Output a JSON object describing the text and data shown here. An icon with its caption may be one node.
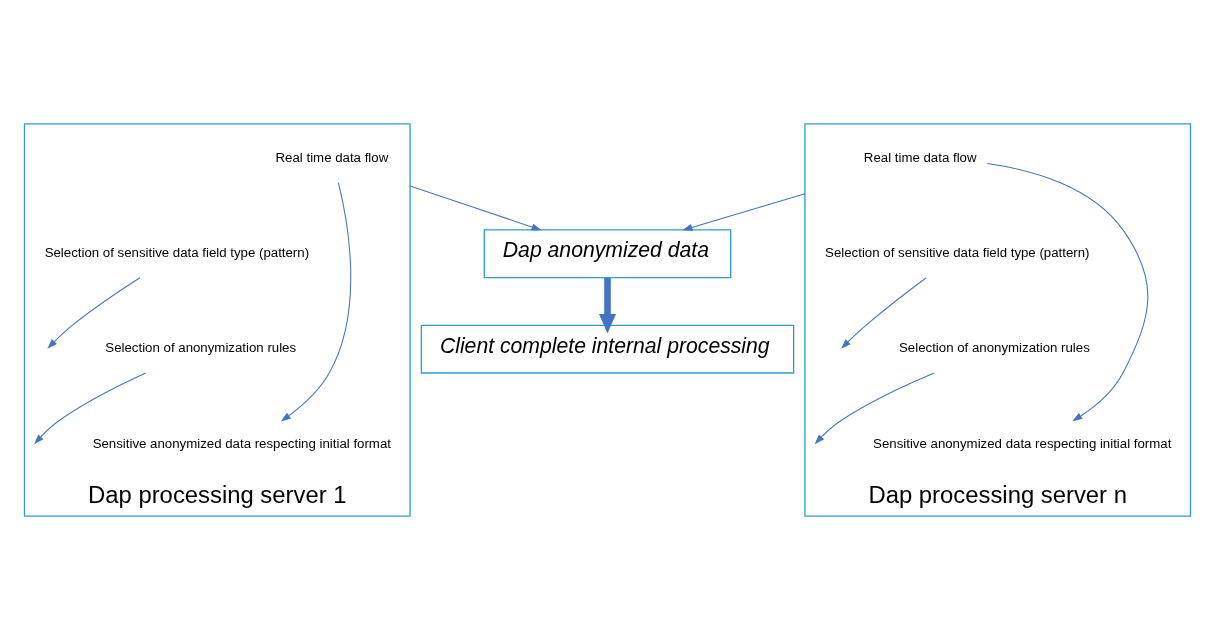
{
  "diagram": {
    "nodes": [
      {
        "text": [
          "Dap processing server 1"
        ]
      },
      {
        "text": [
          "Real time data flow"
        ],
        "in": 0
      },
      {
        "text": [
          "Selection of sensitive data field type (pattern)"
        ],
        "in": 0
      },
      {
        "text": [
          "Selection of anonymization rules"
        ],
        "in": 0
      },
      {
        "text": [
          "Sensitive anonymized data respecting initial format"
        ],
        "in": 0
      },
      {
        "text": [
          "Dap processing server n"
        ]
      },
      {
        "text": [
          "Real time data flow"
        ],
        "in": 5
      },
      {
        "text": [
          "Selection of sensitive data field type (pattern)"
        ],
        "in": 5
      },
      {
        "text": [
          "Selection of anonymization rules"
        ],
        "in": 5
      },
      {
        "text": [
          "Sensitive anonymized data respecting initial format"
        ],
        "in": 5
      },
      {
        "text": [
          "Dap anonymized data"
        ]
      },
      {
        "text": [
          "Client complete internal processing"
        ]
      }
    ],
    "edges": [
      {
        "from": 1,
        "to": 4,
        "arrow": "to"
      },
      {
        "from": 2,
        "to": null,
        "arrow": "to"
      },
      {
        "from": 3,
        "to": null,
        "arrow": "to"
      },
      {
        "from": 6,
        "to": 9,
        "arrow": "to"
      },
      {
        "from": 7,
        "to": null,
        "arrow": "to"
      },
      {
        "from": 8,
        "to": null,
        "arrow": "to"
      },
      {
        "from": 0,
        "to": 10,
        "arrow": "to"
      },
      {
        "from": 5,
        "to": 10,
        "arrow": "to"
      },
      {
        "from": 10,
        "to": 11,
        "arrow": "to",
        "style": "thick"
      }
    ]
  }
}
